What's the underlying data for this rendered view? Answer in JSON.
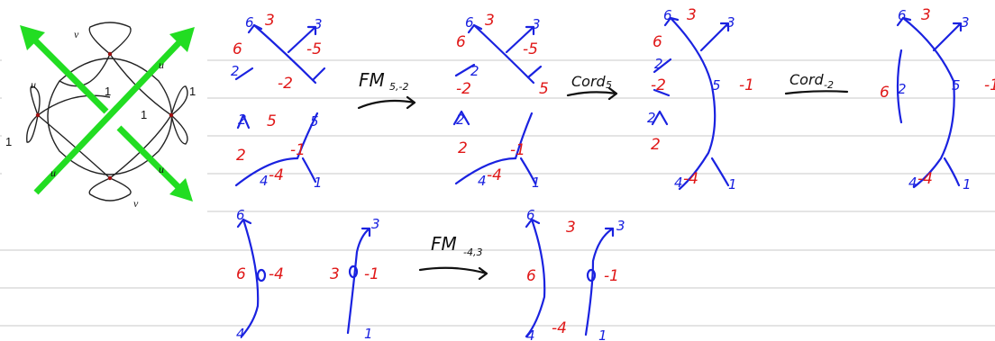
{
  "graph": {
    "label_v": "v",
    "label_u": "u",
    "label_one": "1"
  },
  "operations": {
    "op1_main": "FM",
    "op1_sub": "5,-2",
    "op2_main": "Cord",
    "op2_sub": "5",
    "op3_main": "Cord",
    "op3_sub": "-2",
    "op4_main": "FM",
    "op4_sub": "-4,3"
  },
  "labels": {
    "n6": "6",
    "n3": "3",
    "nm5": "-5",
    "n5": "5",
    "nm2": "-2",
    "n2": "2",
    "nm1": "-1",
    "nm4": "-4",
    "n4": "4",
    "n1": "1",
    "n2p": "2"
  },
  "colors": {
    "blue_ink": "#1a22e0",
    "red_ink": "#e01818",
    "green_arrow": "#22dd22",
    "ruled_line": "#c9c9c9"
  }
}
